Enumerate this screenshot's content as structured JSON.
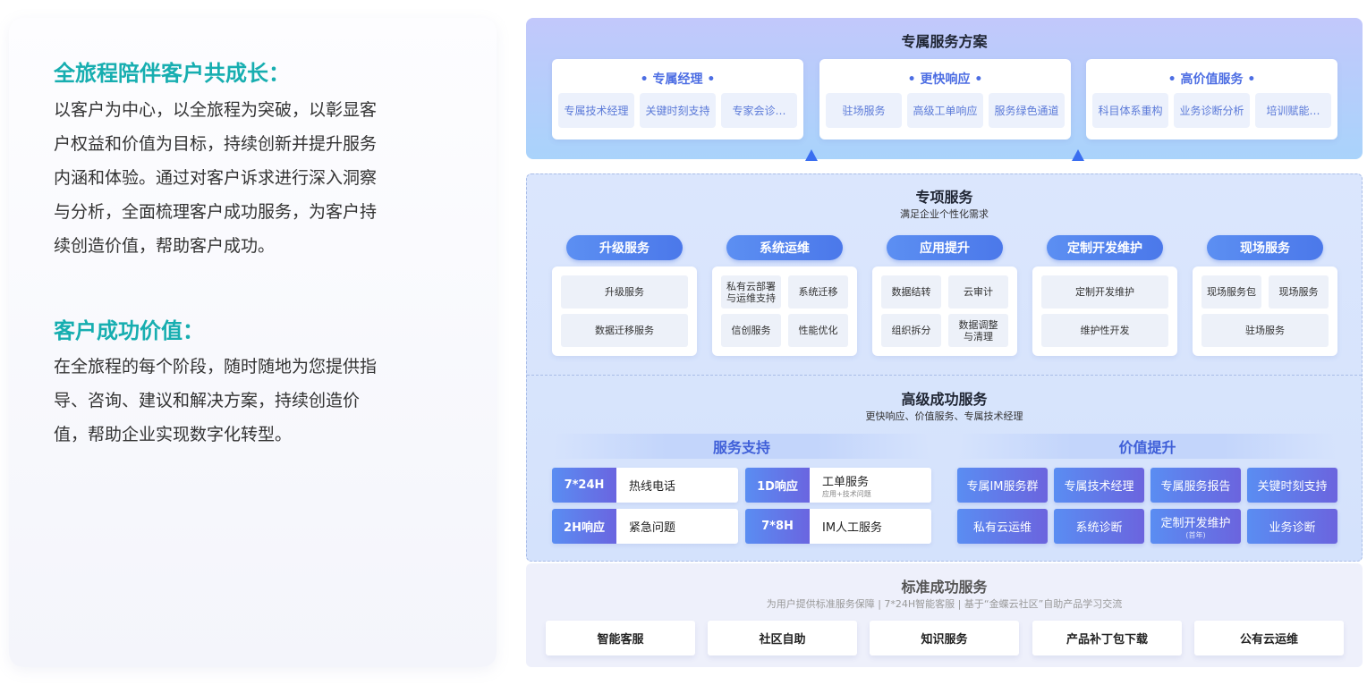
{
  "left": {
    "title1": "全旅程陪伴客户共成长：",
    "lines1": [
      "以客户为中心，以全旅程为突破，以彰显客",
      "户权益和价值为目标，持续创新并提升服务",
      "内涵和体验。通过对客户诉求进行深入洞察",
      "与分析，全面梳理客户成功服务，为客户持",
      "续创造价值，帮助客户成功。"
    ],
    "title2": "客户成功价值：",
    "lines2": [
      "在全旅程的每个阶段，随时随地为您提供指",
      "导、咨询、建议和解决方案，持续创造价",
      "值，帮助企业实现数字化转型。"
    ]
  },
  "top": {
    "title": "专属服务方案",
    "groups": [
      {
        "title": "• 专属经理 •",
        "items": [
          "专属技术经理",
          "关键时刻支持",
          "专家会诊…"
        ]
      },
      {
        "title": "• 更快响应 •",
        "items": [
          "驻场服务",
          "高级工单响应",
          "服务绿色通道"
        ]
      },
      {
        "title": "• 高价值服务 •",
        "items": [
          "科目体系重构",
          "业务诊断分析",
          "培训赋能…"
        ]
      }
    ]
  },
  "special": {
    "title": "专项服务",
    "subtitle": "满足企业个性化需求",
    "groups": [
      {
        "title": "升级服务",
        "layout": "wide",
        "items": [
          "升级服务",
          "数据迁移服务"
        ]
      },
      {
        "title": "系统运维",
        "layout": "grid",
        "items": [
          "私有云部署\n与运维支持",
          "系统迁移",
          "信创服务",
          "性能优化"
        ]
      },
      {
        "title": "应用提升",
        "layout": "grid",
        "items": [
          "数据结转",
          "云审计",
          "组织拆分",
          "数据调整\n与清理"
        ]
      },
      {
        "title": "定制开发维护",
        "layout": "wide",
        "items": [
          "定制开发维护",
          "维护性开发"
        ]
      },
      {
        "title": "现场服务",
        "layout": "mixed",
        "items": [
          "现场服务包",
          "现场服务",
          "驻场服务"
        ]
      }
    ]
  },
  "advanced": {
    "title": "高级成功服务",
    "subtitle": "更快响应、价值服务、专属技术经理",
    "support": {
      "title": "服务支持",
      "rows": [
        {
          "key": "7*24H",
          "value": "热线电话",
          "note": ""
        },
        {
          "key": "1D响应",
          "value": "工单服务",
          "note": "应用+技术问题"
        },
        {
          "key": "2H响应",
          "value": "紧急问题",
          "note": ""
        },
        {
          "key": "7*8H",
          "value": "IM人工服务",
          "note": ""
        }
      ]
    },
    "value": {
      "title": "价值提升",
      "items": [
        {
          "label": "专属IM服务群",
          "note": ""
        },
        {
          "label": "专属技术经理",
          "note": ""
        },
        {
          "label": "专属服务报告",
          "note": ""
        },
        {
          "label": "关键时刻支持",
          "note": ""
        },
        {
          "label": "私有云运维",
          "note": ""
        },
        {
          "label": "系统诊断",
          "note": ""
        },
        {
          "label": "定制开发维护",
          "note": "(首年)"
        },
        {
          "label": "业务诊断",
          "note": ""
        }
      ]
    }
  },
  "standard": {
    "title": "标准成功服务",
    "subtitle": "为用户提供标准服务保障 | 7*24H智能客服 | 基于“金蝶云社区”自助产品学习交流",
    "items": [
      "智能客服",
      "社区自助",
      "知识服务",
      "产品补丁包下载",
      "公有云运维"
    ]
  }
}
